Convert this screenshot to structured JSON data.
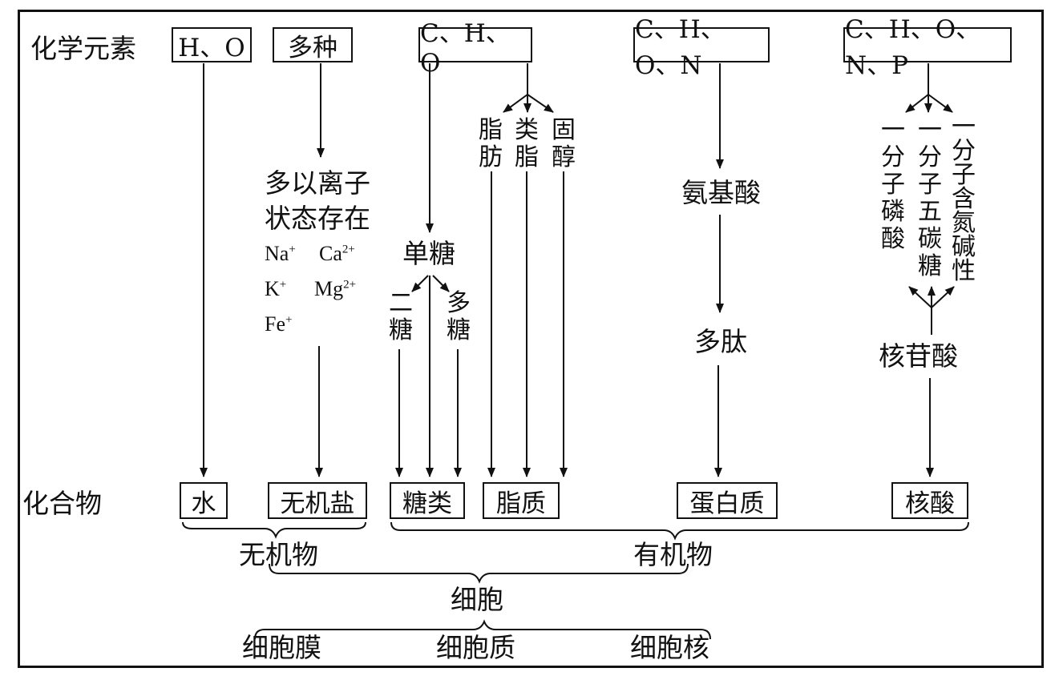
{
  "row_labels": {
    "elements": "化学元素",
    "compounds": "化合物"
  },
  "element_boxes": {
    "ho": "H、O",
    "multi": "多种",
    "cho": "C、H、O",
    "chon": "C、H、O、N",
    "chonp": "C、H、O、N、P"
  },
  "inorganic_salt_note": {
    "line1": "多以离子",
    "line2": "状态存在"
  },
  "ions": [
    {
      "base": "Na",
      "charge": "+"
    },
    {
      "base": "Ca",
      "charge": "2+"
    },
    {
      "base": "K",
      "charge": "+"
    },
    {
      "base": "Mg",
      "charge": "2+"
    },
    {
      "base": "Fe",
      "charge": "+"
    }
  ],
  "monomers": {
    "monosaccharide": "单糖",
    "disaccharide": "二糖",
    "polysaccharide": "多糖",
    "fat": "脂肪",
    "lipoid": "类脂",
    "sterol": "固醇",
    "amino_acid": "氨基酸",
    "polypeptide": "多肽",
    "nucleotide": "核苷酸",
    "phosphate": "一分子磷酸",
    "pentose": "一分子五碳糖",
    "base": "一分子含氮碱性"
  },
  "compounds": {
    "water": "水",
    "inorganic_salt": "无机盐",
    "carbohydrates": "糖类",
    "lipids": "脂质",
    "protein": "蛋白质",
    "nucleic_acid": "核酸"
  },
  "groups": {
    "inorganic": "无机物",
    "organic": "有机物",
    "cell": "细胞"
  },
  "cell_parts": {
    "membrane": "细胞膜",
    "cytoplasm": "细胞质",
    "nucleus": "细胞核"
  }
}
